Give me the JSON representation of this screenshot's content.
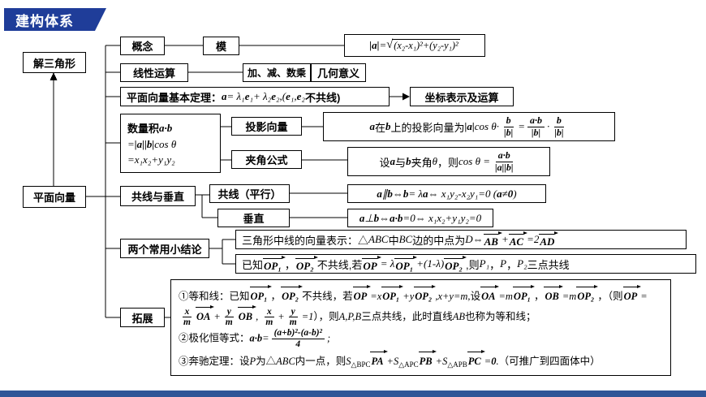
{
  "accent": {
    "banner_bg": "#1f3d99",
    "bottom_bar": "#2f5597",
    "line": "#000000"
  },
  "banner": {
    "title": "建构体系"
  },
  "nodes": {
    "solve_triangle": "解三角形",
    "plane_vector": "平面向量",
    "concept": "概念",
    "modulus": "模",
    "linear_ops": "线性运算",
    "add_sub_scalar": "加、减、数乘",
    "geometric_meaning": "几何意义",
    "coord_ops": "坐标表示及运算",
    "projection": "投影向量",
    "angle": "夹角公式",
    "collinear_perp": "共线与垂直",
    "collinear": "共线（平行）",
    "perpendicular": "垂直",
    "two_conclusions": "两个常用小结论",
    "extension": "拓展"
  },
  "formulas": {
    "modulus": [
      {
        "t": "b",
        "v": "|a|"
      },
      {
        "t": "m",
        "v": "="
      },
      {
        "t": "sqrt",
        "v": "(x₂-x₁)²+(y₂-y₁)²"
      }
    ],
    "basic_theorem": [
      {
        "t": "zh",
        "v": "平面向量基本定理："
      },
      {
        "t": "b",
        "v": "a"
      },
      {
        "t": "m",
        "v": "= λ₁"
      },
      {
        "t": "b",
        "v": "e"
      },
      {
        "t": "m",
        "v": "₁+ λ₂"
      },
      {
        "t": "b",
        "v": "e"
      },
      {
        "t": "m",
        "v": "₂,("
      },
      {
        "t": "b",
        "v": "e"
      },
      {
        "t": "m",
        "v": "₁,"
      },
      {
        "t": "b",
        "v": "e"
      },
      {
        "t": "m",
        "v": "₂"
      },
      {
        "t": "zh",
        "v": "不共线)"
      }
    ],
    "dot_line1": [
      {
        "t": "zh",
        "v": "数量积"
      },
      {
        "t": "b",
        "v": "a·b"
      }
    ],
    "dot_line2": [
      {
        "t": "m",
        "v": "= "
      },
      {
        "t": "b",
        "v": "|a||b|"
      },
      {
        "t": "m",
        "v": "cos θ"
      }
    ],
    "dot_line3": [
      {
        "t": "m",
        "v": "=x₁x₂+y₁y₂"
      }
    ],
    "projection": [
      {
        "t": "b",
        "v": "a"
      },
      {
        "t": "zh",
        "v": "在"
      },
      {
        "t": "b",
        "v": "b"
      },
      {
        "t": "zh",
        "v": "上的投影向量为"
      },
      {
        "t": "b",
        "v": "|a|"
      },
      {
        "t": "m",
        "v": "cos θ·"
      },
      {
        "t": "frac",
        "n": "b",
        "d": "|b|"
      },
      {
        "t": "m",
        "v": "="
      },
      {
        "t": "frac",
        "n": "a·b",
        "d": "|b|"
      },
      {
        "t": "m",
        "v": "·"
      },
      {
        "t": "frac",
        "n": "b",
        "d": "|b|"
      }
    ],
    "angle": [
      {
        "t": "zh",
        "v": "设"
      },
      {
        "t": "b",
        "v": "a"
      },
      {
        "t": "zh",
        "v": "与"
      },
      {
        "t": "b",
        "v": "b"
      },
      {
        "t": "zh",
        "v": "夹角 "
      },
      {
        "t": "m",
        "v": "θ"
      },
      {
        "t": "zh",
        "v": "，则 "
      },
      {
        "t": "m",
        "v": "cos θ ="
      },
      {
        "t": "frac",
        "n": "a·b",
        "d": "|a||b|"
      }
    ],
    "collinear": [
      {
        "t": "b",
        "v": "a"
      },
      {
        "t": "m",
        "v": "∥"
      },
      {
        "t": "b",
        "v": "b"
      },
      {
        "t": "m",
        "v": "⇔"
      },
      {
        "t": "b",
        "v": "b"
      },
      {
        "t": "m",
        "v": "= λ"
      },
      {
        "t": "b",
        "v": "a"
      },
      {
        "t": "m",
        "v": "⇔ x₁y₂-x₂y₁=0 ("
      },
      {
        "t": "b",
        "v": "a"
      },
      {
        "t": "m",
        "v": "≠"
      },
      {
        "t": "b",
        "v": "0"
      },
      {
        "t": "m",
        "v": ")"
      }
    ],
    "perpendicular": [
      {
        "t": "b",
        "v": "a"
      },
      {
        "t": "m",
        "v": "⊥"
      },
      {
        "t": "b",
        "v": "b"
      },
      {
        "t": "m",
        "v": "⇔"
      },
      {
        "t": "b",
        "v": "a·b"
      },
      {
        "t": "m",
        "v": "=0⇔ x₁x₂+y₁y₂=0"
      }
    ],
    "median": [
      {
        "t": "zh",
        "v": "三角形中线的向量表示：△"
      },
      {
        "t": "m",
        "v": "ABC"
      },
      {
        "t": "zh",
        "v": "中"
      },
      {
        "t": "m",
        "v": "BC"
      },
      {
        "t": "zh",
        "v": "边的中点为"
      },
      {
        "t": "m",
        "v": "D"
      },
      {
        "t": "m",
        "v": "⇔"
      },
      {
        "t": "vec",
        "v": "AB"
      },
      {
        "t": "m",
        "v": "+"
      },
      {
        "t": "vec",
        "v": "AC"
      },
      {
        "t": "m",
        "v": "=2"
      },
      {
        "t": "vec",
        "v": "AD"
      }
    ],
    "threepoint": [
      {
        "t": "zh",
        "v": "已知"
      },
      {
        "t": "vec",
        "v": "OP₁"
      },
      {
        "t": "zh",
        "v": "，"
      },
      {
        "t": "vec",
        "v": "OP₂"
      },
      {
        "t": "zh",
        "v": "不共线,若"
      },
      {
        "t": "vec",
        "v": "OP"
      },
      {
        "t": "m",
        "v": "= λ"
      },
      {
        "t": "vec",
        "v": "OP₁"
      },
      {
        "t": "m",
        "v": "+(1-λ)"
      },
      {
        "t": "vec",
        "v": "OP₂"
      },
      {
        "t": "zh",
        "v": ",则"
      },
      {
        "t": "m",
        "v": "P₁"
      },
      {
        "t": "zh",
        "v": "，"
      },
      {
        "t": "m",
        "v": "P"
      },
      {
        "t": "zh",
        "v": "，"
      },
      {
        "t": "m",
        "v": "P₂"
      },
      {
        "t": "zh",
        "v": "三点共线"
      }
    ],
    "ext1": [
      {
        "t": "zh",
        "v": "①等和线：已知"
      },
      {
        "t": "vec",
        "v": "OP₁"
      },
      {
        "t": "zh",
        "v": "，"
      },
      {
        "t": "vec",
        "v": "OP₂"
      },
      {
        "t": "zh",
        "v": "不共线，若"
      },
      {
        "t": "vec",
        "v": "OP"
      },
      {
        "t": "m",
        "v": "=x"
      },
      {
        "t": "vec",
        "v": "OP₁"
      },
      {
        "t": "m",
        "v": "+y"
      },
      {
        "t": "vec",
        "v": "OP₂"
      },
      {
        "t": "m",
        "v": ",x+y=m,"
      },
      {
        "t": "zh",
        "v": "设"
      },
      {
        "t": "vec",
        "v": "OA"
      },
      {
        "t": "m",
        "v": "=m"
      },
      {
        "t": "vec",
        "v": "OP₁"
      },
      {
        "t": "zh",
        "v": "，"
      },
      {
        "t": "vec",
        "v": "OB"
      },
      {
        "t": "m",
        "v": "=m"
      },
      {
        "t": "vec",
        "v": "OP₂"
      },
      {
        "t": "zh",
        "v": "，（则"
      },
      {
        "t": "vec",
        "v": "OP"
      },
      {
        "t": "m",
        "v": "="
      },
      {
        "t": "frac",
        "n": "x",
        "d": "m"
      },
      {
        "t": "vec",
        "v": "OA"
      },
      {
        "t": "m",
        "v": "+"
      },
      {
        "t": "frac",
        "n": "y",
        "d": "m"
      },
      {
        "t": "vec",
        "v": "OB"
      },
      {
        "t": "m",
        "v": ", "
      },
      {
        "t": "frac",
        "n": "x",
        "d": "m"
      },
      {
        "t": "m",
        "v": "+"
      },
      {
        "t": "frac",
        "n": "y",
        "d": "m"
      },
      {
        "t": "m",
        "v": "=1"
      },
      {
        "t": "zh",
        "v": "），则"
      },
      {
        "t": "m",
        "v": "A,P,B"
      },
      {
        "t": "zh",
        "v": "三点共线，此时直线"
      },
      {
        "t": "m",
        "v": "AB"
      },
      {
        "t": "zh",
        "v": "也称为等和线；"
      }
    ],
    "ext2": [
      {
        "t": "zh",
        "v": "②极化恒等式："
      },
      {
        "t": "b",
        "v": "a·b"
      },
      {
        "t": "m",
        "v": "="
      },
      {
        "t": "frac",
        "n": "(a+b)²-(a-b)²",
        "d": "4"
      },
      {
        "t": "m",
        "v": ";"
      }
    ],
    "ext3": [
      {
        "t": "zh",
        "v": "③奔驰定理：设"
      },
      {
        "t": "m",
        "v": "P"
      },
      {
        "t": "zh",
        "v": "为△"
      },
      {
        "t": "m",
        "v": "ABC"
      },
      {
        "t": "zh",
        "v": "内一点，则"
      },
      {
        "t": "m",
        "v": "S"
      },
      {
        "t": "sub",
        "v": "△BPC"
      },
      {
        "t": "vec",
        "v": "PA"
      },
      {
        "t": "m",
        "v": "+S"
      },
      {
        "t": "sub",
        "v": "△APC"
      },
      {
        "t": "vec",
        "v": "PB"
      },
      {
        "t": "m",
        "v": "+S"
      },
      {
        "t": "sub",
        "v": "△APB"
      },
      {
        "t": "vec",
        "v": "PC"
      },
      {
        "t": "m",
        "v": "="
      },
      {
        "t": "b",
        "v": "0"
      },
      {
        "t": "m",
        "v": "."
      },
      {
        "t": "zh",
        "v": "（可推广到四面体中）"
      }
    ]
  }
}
